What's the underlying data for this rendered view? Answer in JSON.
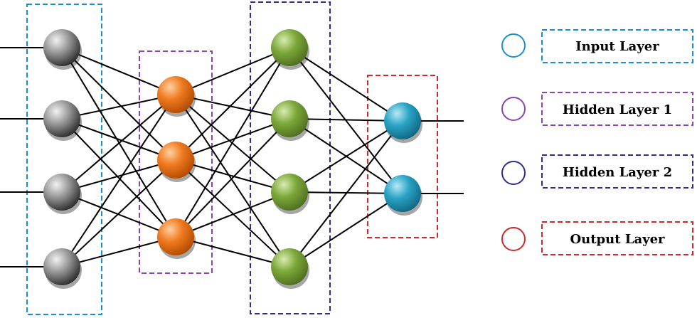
{
  "colors": {
    "input": "#1a8fcf",
    "hidden1": "#8e44ad",
    "hidden2": "#2e2e8f",
    "output": "#cc2a2a",
    "node_input": "#8a8a8a",
    "node_hidden1": "#f07a20",
    "node_hidden2": "#7da83a",
    "node_output": "#2aa3c4"
  },
  "layers": [
    {
      "id": "input",
      "nodes": 4
    },
    {
      "id": "hidden1",
      "nodes": 3
    },
    {
      "id": "hidden2",
      "nodes": 4
    },
    {
      "id": "output",
      "nodes": 2
    }
  ],
  "legend": [
    {
      "layer": "input",
      "label": "Input Layer"
    },
    {
      "layer": "hidden1",
      "label": "Hidden Layer 1"
    },
    {
      "layer": "hidden2",
      "label": "Hidden Layer 2"
    },
    {
      "layer": "output",
      "label": "Output Layer"
    }
  ]
}
